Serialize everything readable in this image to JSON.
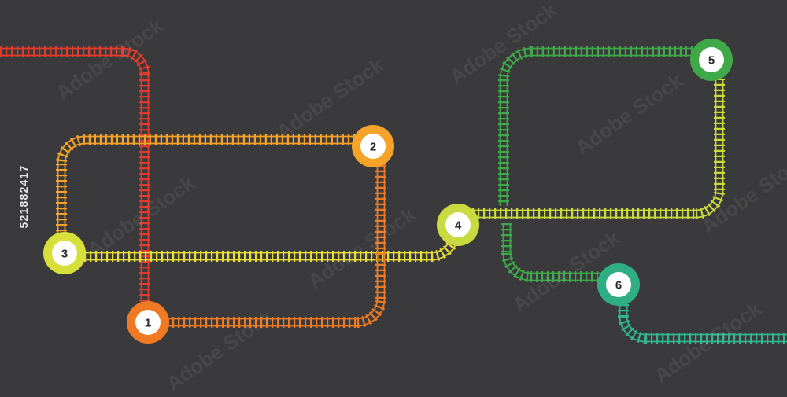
{
  "image_id_text": "521882417",
  "watermark_text": "Adobe Stock",
  "background": "#3a3a3c",
  "tracks": [
    {
      "name": "red",
      "color": "#e23a2b"
    },
    {
      "name": "orange",
      "color": "#f07a23"
    },
    {
      "name": "amber",
      "color": "#f6a329"
    },
    {
      "name": "yellow",
      "color": "#e6dc3b"
    },
    {
      "name": "lime",
      "color": "#c9da3e"
    },
    {
      "name": "green",
      "color": "#3fa848"
    },
    {
      "name": "teal",
      "color": "#33b58a"
    }
  ],
  "stations": [
    {
      "number": "1",
      "color": "#f07a23"
    },
    {
      "number": "2",
      "color": "#f6a329"
    },
    {
      "number": "3",
      "color": "#d7df3a"
    },
    {
      "number": "4",
      "color": "#c8da3f"
    },
    {
      "number": "5",
      "color": "#3fa848"
    },
    {
      "number": "6",
      "color": "#2fae83"
    }
  ]
}
